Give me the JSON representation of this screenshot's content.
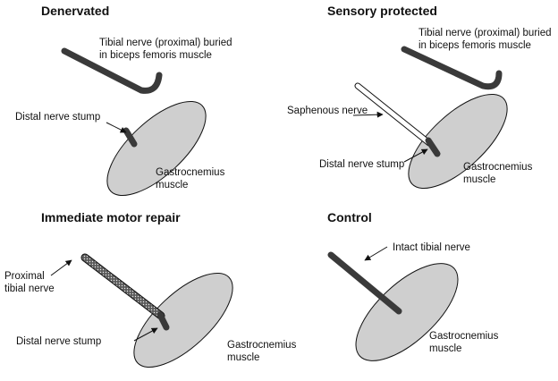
{
  "panels": {
    "denervated": {
      "title": "Denervated",
      "tibial_label_line1": "Tibial nerve (proximal) buried",
      "tibial_label_line2": "in biceps femoris muscle",
      "stump_label": "Distal nerve stump",
      "muscle_label_line1": "Gastrocnemius",
      "muscle_label_line2": "muscle"
    },
    "sensory": {
      "title": "Sensory protected",
      "tibial_label_line1": "Tibial nerve (proximal) buried",
      "tibial_label_line2": "in biceps femoris muscle",
      "saphenous_label": "Saphenous nerve",
      "stump_label": "Distal nerve stump",
      "muscle_label_line1": "Gastrocnemius",
      "muscle_label_line2": "muscle"
    },
    "immediate": {
      "title": "Immediate motor repair",
      "proximal_label_line1": "Proximal",
      "proximal_label_line2": "tibial nerve",
      "stump_label": "Distal nerve stump",
      "muscle_label_line1": "Gastrocnemius",
      "muscle_label_line2": "muscle"
    },
    "control": {
      "title": "Control",
      "intact_label": "Intact tibial nerve",
      "muscle_label_line1": "Gastrocnemius",
      "muscle_label_line2": "muscle"
    }
  },
  "colors": {
    "muscle_fill": "#cfcfcf",
    "nerve": "#3a3a3a",
    "outline": "#111111",
    "saphenous_fill": "#ffffff"
  }
}
